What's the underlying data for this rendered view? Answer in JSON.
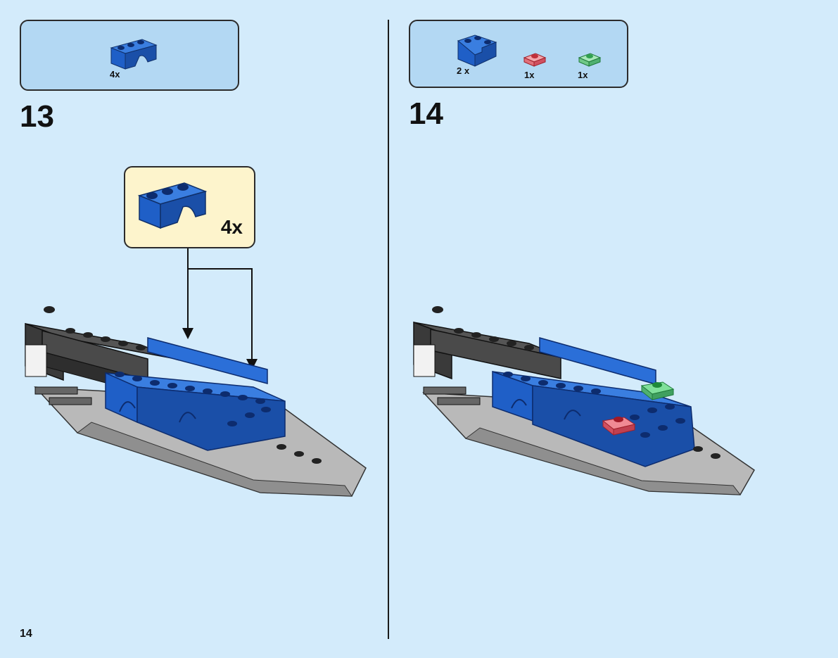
{
  "step13": {
    "number": "13",
    "parts": [
      {
        "name": "blue-arch-brick",
        "qty": "4x"
      }
    ],
    "callout_qty": "4x"
  },
  "step14": {
    "number": "14",
    "parts": [
      {
        "name": "blue-corner-brick",
        "qty": "2 x"
      },
      {
        "name": "trans-red-round-plate",
        "qty": "1x"
      },
      {
        "name": "trans-green-round-plate",
        "qty": "1x"
      }
    ]
  },
  "page_number": "14",
  "colors": {
    "background": "#d3ebfb",
    "parts_box": "#b3d8f3",
    "callout": "#fdf4cc",
    "brick_blue": "#1f5fc7",
    "brick_black": "#3a3a3a",
    "brick_gray": "#a7a7a7",
    "trans_red": "#e0404a",
    "trans_green": "#40c060"
  }
}
